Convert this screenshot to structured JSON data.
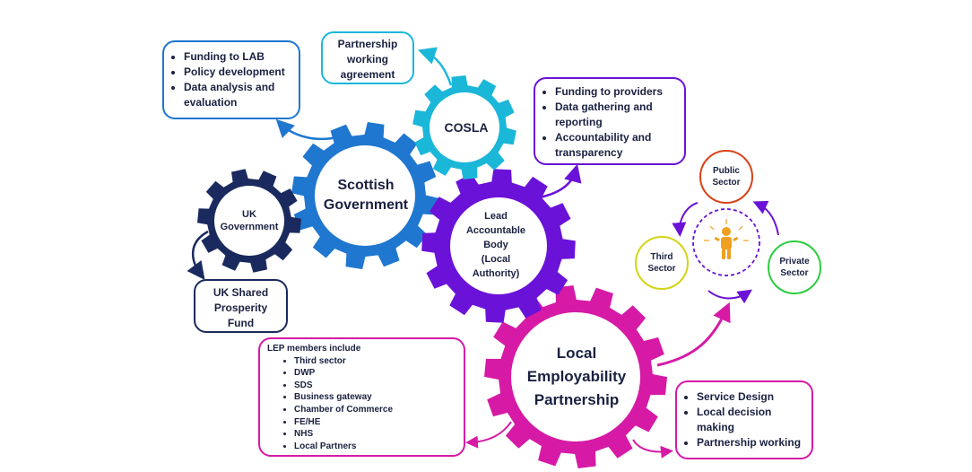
{
  "gears": {
    "uk_government": "UK\nGovernment",
    "scottish_government": "Scottish\nGovernment",
    "cosla": "COSLA",
    "lead_body": "Lead\nAccountable\nBody\n(Local\nAuthority)",
    "lep": "Local\nEmployability\nPartnership"
  },
  "boxes": {
    "scot_gov_roles": [
      "Funding to LAB",
      "Policy development",
      "Data analysis and evaluation"
    ],
    "partnership_agreement": "Partnership\nworking\nagreement",
    "lab_roles": [
      "Funding to providers",
      "Data gathering and reporting",
      "Accountability and transparency"
    ],
    "uk_fund": "UK Shared\nProsperity\nFund",
    "lep_members_title": "LEP members include",
    "lep_members": [
      "Third sector",
      "DWP",
      "SDS",
      "Business gateway",
      "Chamber of Commerce",
      "FE/HE",
      "NHS",
      "Local Partners"
    ],
    "lep_roles": [
      "Service Design",
      "Local decision making",
      "Partnership working"
    ]
  },
  "sectors": {
    "public": "Public\nSector",
    "private": "Private\nSector",
    "third": "Third\nSector"
  },
  "colors": {
    "navy": "#1a2a5e",
    "blue": "#1f77d0",
    "cyan": "#1bb7d9",
    "purple": "#6a12d8",
    "magenta": "#d61aa6",
    "red": "#d84315",
    "green": "#2ecc40",
    "yellow": "#d4d415",
    "orange": "#f0a020"
  }
}
